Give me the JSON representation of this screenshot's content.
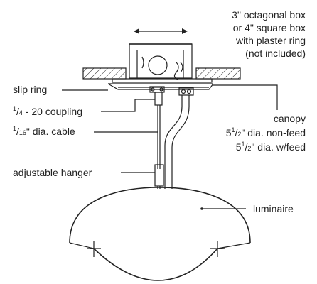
{
  "labels": {
    "box_1": "3\" octagonal box",
    "box_2": "or 4\" square box",
    "box_3": "with plaster ring",
    "box_4": "(not included)",
    "slip_ring": "slip ring",
    "coupling_num": "1",
    "coupling_den": "4",
    "coupling_text": " - 20 coupling",
    "cable_num": "1",
    "cable_den": "16",
    "cable_text": "\" dia. cable",
    "canopy": "canopy",
    "nonfeed_whole": "5",
    "nonfeed_num": "1",
    "nonfeed_den": "2",
    "nonfeed_text": "\" dia. non-feed",
    "feed_whole": "5",
    "feed_num": "1",
    "feed_den": "2",
    "feed_text": "\" dia. w/feed",
    "hanger": "adjustable hanger",
    "luminaire": "luminaire"
  }
}
